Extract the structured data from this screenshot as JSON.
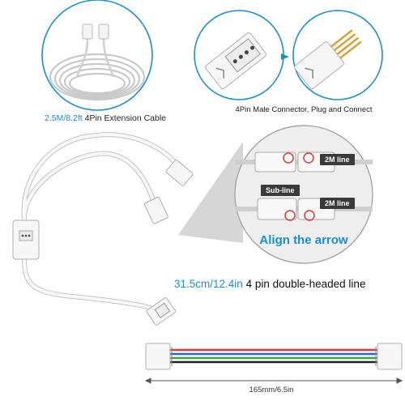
{
  "labels": {
    "extension_cable_length": "2.5M/8.2ft",
    "extension_cable_desc": "4Pin Extension Cable",
    "connector_caption": "4Pin Male Connector, Plug and Connect",
    "tag_2m_top": "2M line",
    "tag_sub": "Sub-line",
    "tag_2m_bottom": "2M line",
    "align_arrow": "Align the arrow",
    "line_length": "31.5cm/12.4in",
    "line_desc": "4 pin double-headed line",
    "connector_width": "165mm/6.5in"
  },
  "colors": {
    "accent_blue": "#1a8fd0",
    "circle_outline": "#1a8fd0",
    "cable_white": "#f4f4f4",
    "cable_outline": "#b8b8b8",
    "pins_gold": "#d4a437",
    "wire_red": "#d93a3a",
    "wire_green": "#3aa34a",
    "wire_blue": "#2f5fd0",
    "wire_black": "#222222"
  }
}
